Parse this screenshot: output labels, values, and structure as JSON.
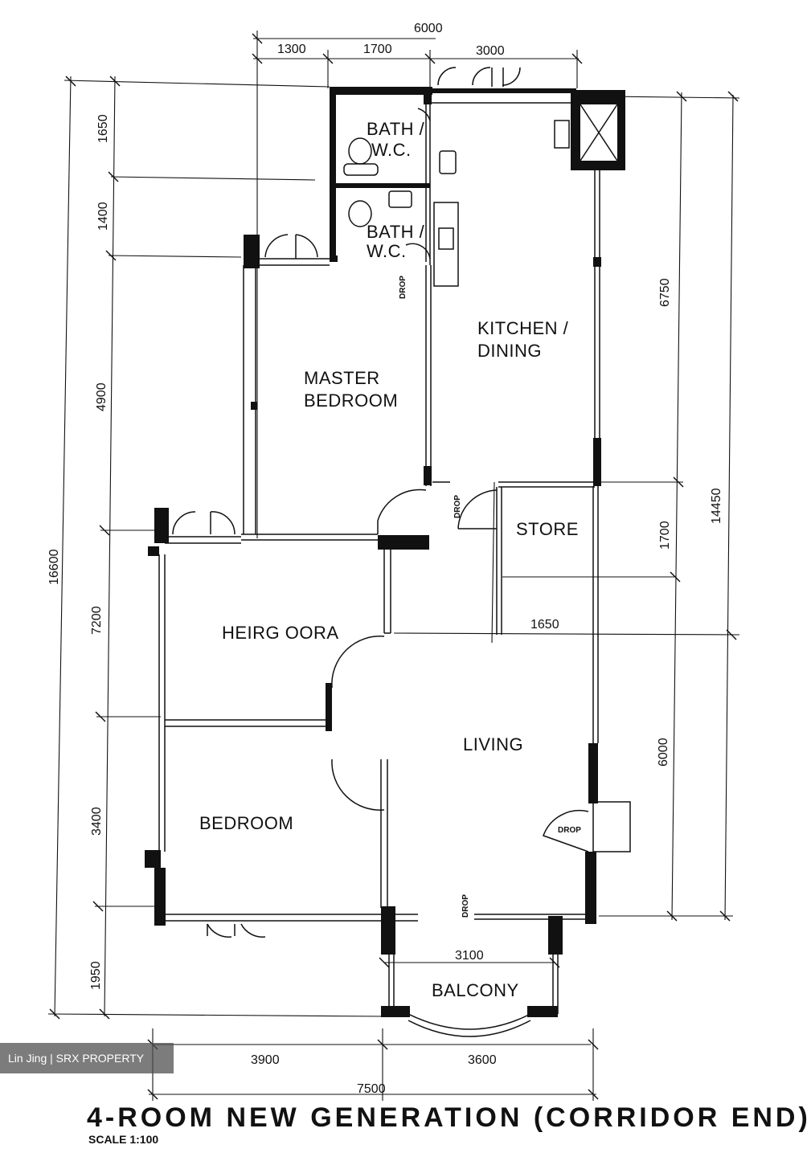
{
  "rooms": {
    "bath1": [
      "BATH /",
      "W.C."
    ],
    "bath2": [
      "BATH /",
      "W.C."
    ],
    "kitchen": [
      "KITCHEN /",
      "DINING"
    ],
    "master": [
      "MASTER",
      "BEDROOM"
    ],
    "store": "STORE",
    "bedroom2": "HEIRG OORA",
    "living": "LIVING",
    "bedroom": "BEDROOM",
    "balcony": "BALCONY"
  },
  "drop_label": "DROP",
  "dimensions": {
    "top_total": "6000",
    "top_a": "1300",
    "top_b": "1700",
    "top_c": "3000",
    "left_outer": "16600",
    "left_a": "1650",
    "left_b": "1400",
    "left_c": "4900",
    "left_d": "7200",
    "left_e": "3400",
    "left_f": "1950",
    "right_a": "6750",
    "right_b": "1700",
    "right_c": "6000",
    "right_outer": "14450",
    "mid_store": "1650",
    "balcony_w": "3100",
    "bottom_a": "3900",
    "bottom_b": "3600",
    "bottom_total": "7500"
  },
  "title": "4-ROOM NEW GENERATION (CORRIDOR END)",
  "scale": "SCALE 1:100",
  "watermark": "Lin Jing | SRX PROPERTY"
}
